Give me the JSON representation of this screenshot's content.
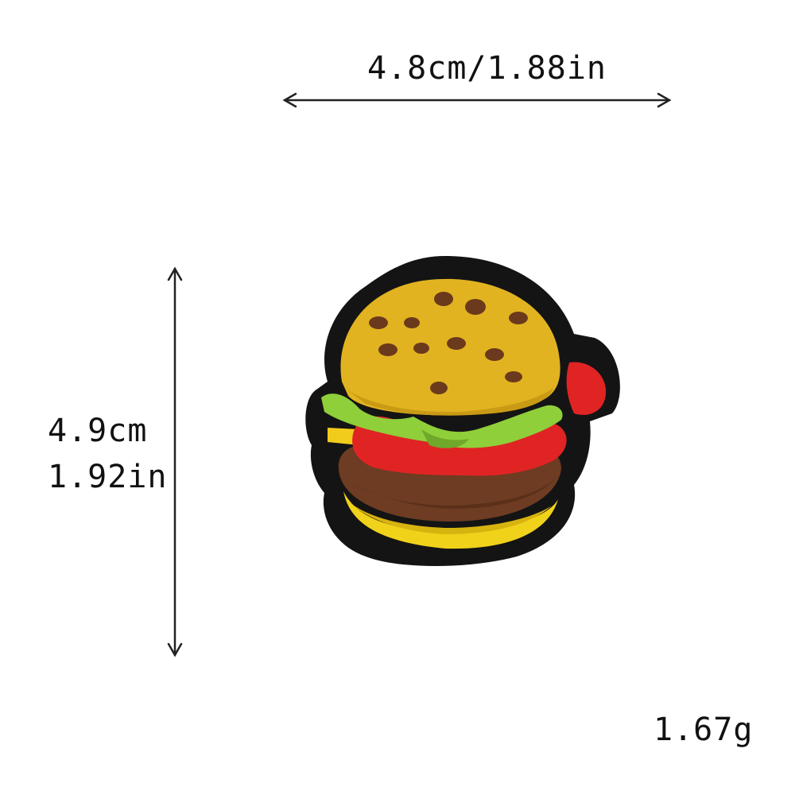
{
  "dimensions": {
    "width_text": "4.8cm/1.88in",
    "height_cm_text": "4.9cm",
    "height_in_text": "1.92in",
    "weight_text": "1.67g"
  },
  "colors": {
    "background": "#ffffff",
    "text": "#111111",
    "arrow": "#222222",
    "patch_border": "#141414",
    "bun_top": "#e1b320",
    "sesame": "#6b3a1c",
    "lettuce": "#8fcf3a",
    "tomato": "#e02424",
    "cheese": "#f2cc1b",
    "patty": "#6e3c22",
    "bun_bottom": "#f0d21a"
  }
}
